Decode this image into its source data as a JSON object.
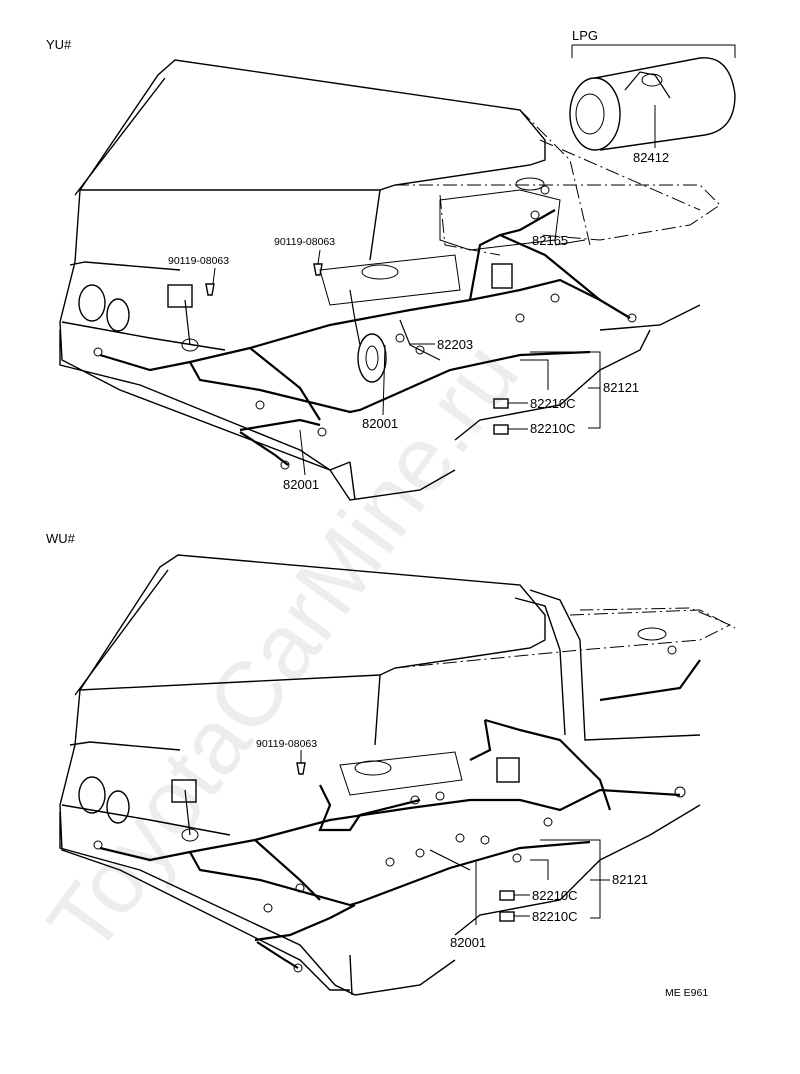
{
  "watermark": "ToyotaCarMine.ru",
  "sections": {
    "top": {
      "title": "YU#"
    },
    "lpg": {
      "title": "LPG"
    },
    "bottom": {
      "title": "WU#"
    }
  },
  "labels": {
    "top": {
      "bolt_left": "90119-08063",
      "bolt_right": "90119-08063",
      "lpg_part": "82412",
      "rear_part": "82165",
      "relay_part": "82203",
      "harness_mid": "82001",
      "harness_low": "82001",
      "main_wire": "82121",
      "connector_a": "82210C",
      "connector_b": "82210C"
    },
    "bottom": {
      "bolt": "90119-08063",
      "harness": "82001",
      "main_wire": "82121",
      "connector_a": "82210C",
      "connector_b": "82210C"
    }
  },
  "footer_code": "ME E961"
}
